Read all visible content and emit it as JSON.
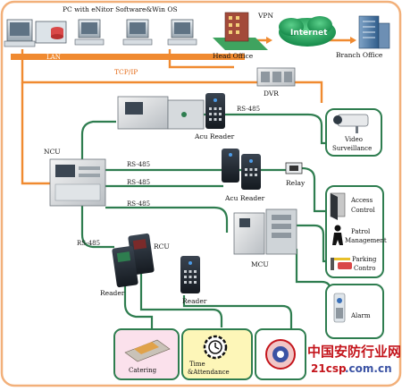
{
  "labels": {
    "pc": "PC with eNitor Software&Win OS",
    "vpn": "VPN",
    "internet": "Internet",
    "head_office": "Head Office",
    "branch_office": "Branch Office",
    "lan": "LAN",
    "tcpip": "TCP/IP",
    "dvr": "DVR",
    "acu_reader_top": "Acu Reader",
    "acu_reader_mid": "Acu Reader",
    "video_surveillance_1": "Video",
    "video_surveillance_2": "Surveillance",
    "ncu": "NCU",
    "relay": "Relay",
    "access_control_1": "Access",
    "access_control_2": "Control",
    "patrol_1": "Patrol",
    "patrol_2": "Management",
    "parking_1": "Parking",
    "parking_2": "Contro",
    "mcu": "MCU",
    "rcu": "RCU",
    "reader_left": "Reader",
    "reader_mid": "Reader",
    "alarm": "Alarm",
    "catering": "Catering",
    "time_attendance_1": "Time",
    "time_attendance_2": "&Attendance"
  },
  "buses": {
    "rs485_a": "RS-485",
    "rs485_b": "RS-485",
    "rs485_c": "RS-485",
    "rs485_d": "RS-485",
    "rs485_e": "RS-485"
  },
  "watermark": {
    "cn": "中国安防行业网",
    "url_a": "21csp",
    "url_b": ".com.cn"
  },
  "colors": {
    "frame": "#f2b07a",
    "green_line": "#2e7d4f",
    "orange_line": "#f08a30",
    "lan_bar": "#f08a30",
    "internet_cloud": "#1f9c5a"
  }
}
